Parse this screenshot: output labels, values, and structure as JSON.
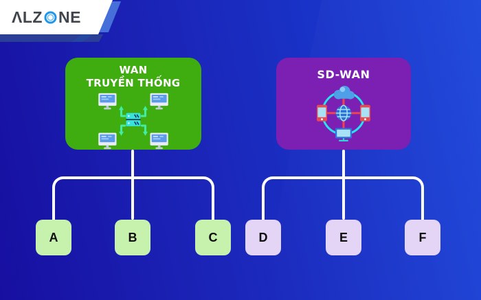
{
  "header": {
    "logo": {
      "full_name": "ALZONE",
      "prefix": "ΛLZ",
      "suffix": "NE",
      "o_icon": "blue-ring-lens-icon"
    }
  },
  "diagram": {
    "wan": {
      "title_line1": "WAN",
      "title_line2": "TRUYỀN THỐNG",
      "icon": "traditional-wan-network-icon",
      "panel_color": "#3fac0f",
      "child_color": "#c7f2ae",
      "children": [
        {
          "label": "A"
        },
        {
          "label": "B"
        },
        {
          "label": "C"
        }
      ]
    },
    "sdwan": {
      "title": "SD-WAN",
      "icon": "sdwan-cloud-network-icon",
      "panel_color": "#7c1fb3",
      "child_color": "#e4d4f6",
      "children": [
        {
          "label": "D"
        },
        {
          "label": "E"
        },
        {
          "label": "F"
        }
      ]
    }
  },
  "colors": {
    "background_gradient_start": "#170fa0",
    "background_gradient_end": "#1642da",
    "connector_line": "#ffffff",
    "logo_accent_blue": "#466fd9",
    "logo_accent_navy": "#25479f",
    "logo_underline_navy": "#2b3f97",
    "title_text": "#ffffff",
    "node_text": "#0d0d0d"
  }
}
